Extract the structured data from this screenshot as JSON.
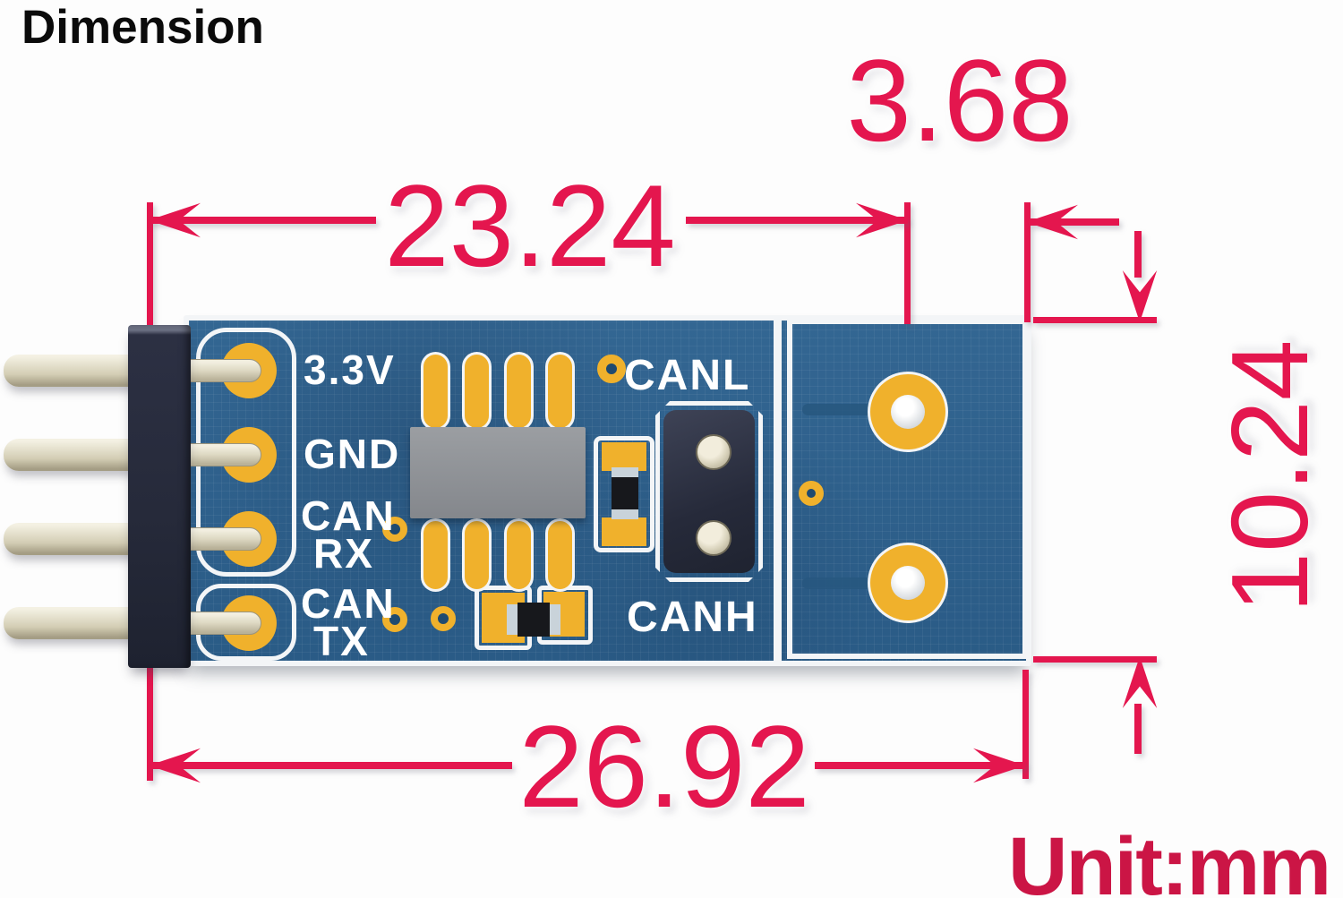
{
  "title": "Dimension",
  "unit_note": "Unit:mm",
  "dimensions_mm": {
    "pin_section_width": "23.24",
    "terminal_offset_width": "3.68",
    "board_width": "26.92",
    "board_height": "10.24"
  },
  "silkscreen": {
    "pins": [
      {
        "line1": "3.3V",
        "line2": ""
      },
      {
        "line1": "GND",
        "line2": ""
      },
      {
        "line1": "CAN",
        "line2": "RX"
      },
      {
        "line1": "CAN",
        "line2": "TX"
      }
    ],
    "jumper_top": "CANL",
    "jumper_bottom": "CANH"
  },
  "colors": {
    "dimension_red": "#e4164e",
    "unit_red": "#cb1545",
    "pcb_blue": "#2e6190",
    "pad_yellow": "#f0b12c",
    "silkscreen_white": "#f3f5f7",
    "header_black": "#262a3a",
    "pin_beige": "#ded9c3",
    "ic_gray": "#8e9196"
  }
}
